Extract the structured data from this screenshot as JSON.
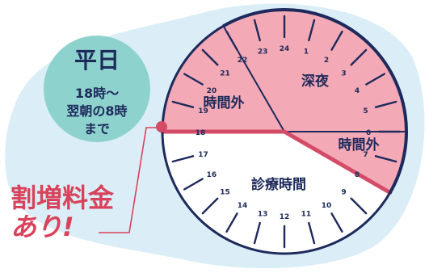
{
  "badge": {
    "title": "平日",
    "line1": "18時〜",
    "line2": "翌朝の8時",
    "line3": "まで"
  },
  "callout": {
    "line1": "割増料金",
    "line2": "あり!"
  },
  "clock": {
    "hours": [
      "1",
      "2",
      "3",
      "4",
      "5",
      "6",
      "7",
      "8",
      "9",
      "10",
      "11",
      "12",
      "13",
      "14",
      "15",
      "16",
      "17",
      "18",
      "19",
      "20",
      "21",
      "22",
      "23",
      "24"
    ],
    "sectors": [
      {
        "label": "深夜",
        "from_hour": 22,
        "to_hour": 6,
        "fill": "#f4a9b6"
      },
      {
        "label": "時間外",
        "from_hour": 6,
        "to_hour": 8,
        "fill": "#f4a9b6"
      },
      {
        "label": "診療時間",
        "from_hour": 8,
        "to_hour": 18,
        "fill": "#ffffff"
      },
      {
        "label": "時間外",
        "from_hour": 18,
        "to_hour": 22,
        "fill": "#f4a9b6"
      }
    ]
  },
  "colors": {
    "background_blob": "#dbeef8",
    "badge_fill": "#8ed2ce",
    "navy": "#1d2a5b",
    "accent_red": "#d9425a",
    "pink": "#f4a9b6",
    "highlight": "#d44b68"
  }
}
